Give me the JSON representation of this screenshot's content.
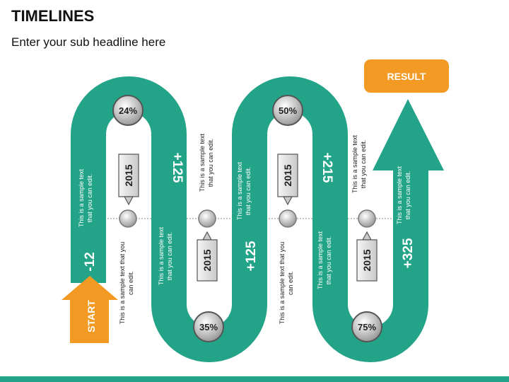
{
  "header": {
    "title": "TIMELINES",
    "subtitle": "Enter your sub headline here"
  },
  "colors": {
    "path": "#23A387",
    "accent": "#F39A24",
    "dark_text": "#222222",
    "badge_fill": "#E6E6E6"
  },
  "start": {
    "label": "START",
    "value": "-12"
  },
  "result": {
    "label": "RESULT"
  },
  "percent_badges": [
    "24%",
    "35%",
    "50%",
    "75%"
  ],
  "milestones": [
    {
      "year": "2015",
      "value": "+125"
    },
    {
      "year": "2015",
      "value": "+125"
    },
    {
      "year": "2015",
      "value": "+215"
    },
    {
      "year": "2015",
      "value": "+325"
    }
  ],
  "sample_text_line1": "This is a sample text",
  "sample_text_line2": "that you can edit.",
  "sample_text_alt_line1": "This is a sample text that you",
  "sample_text_alt_line2": "can edit."
}
